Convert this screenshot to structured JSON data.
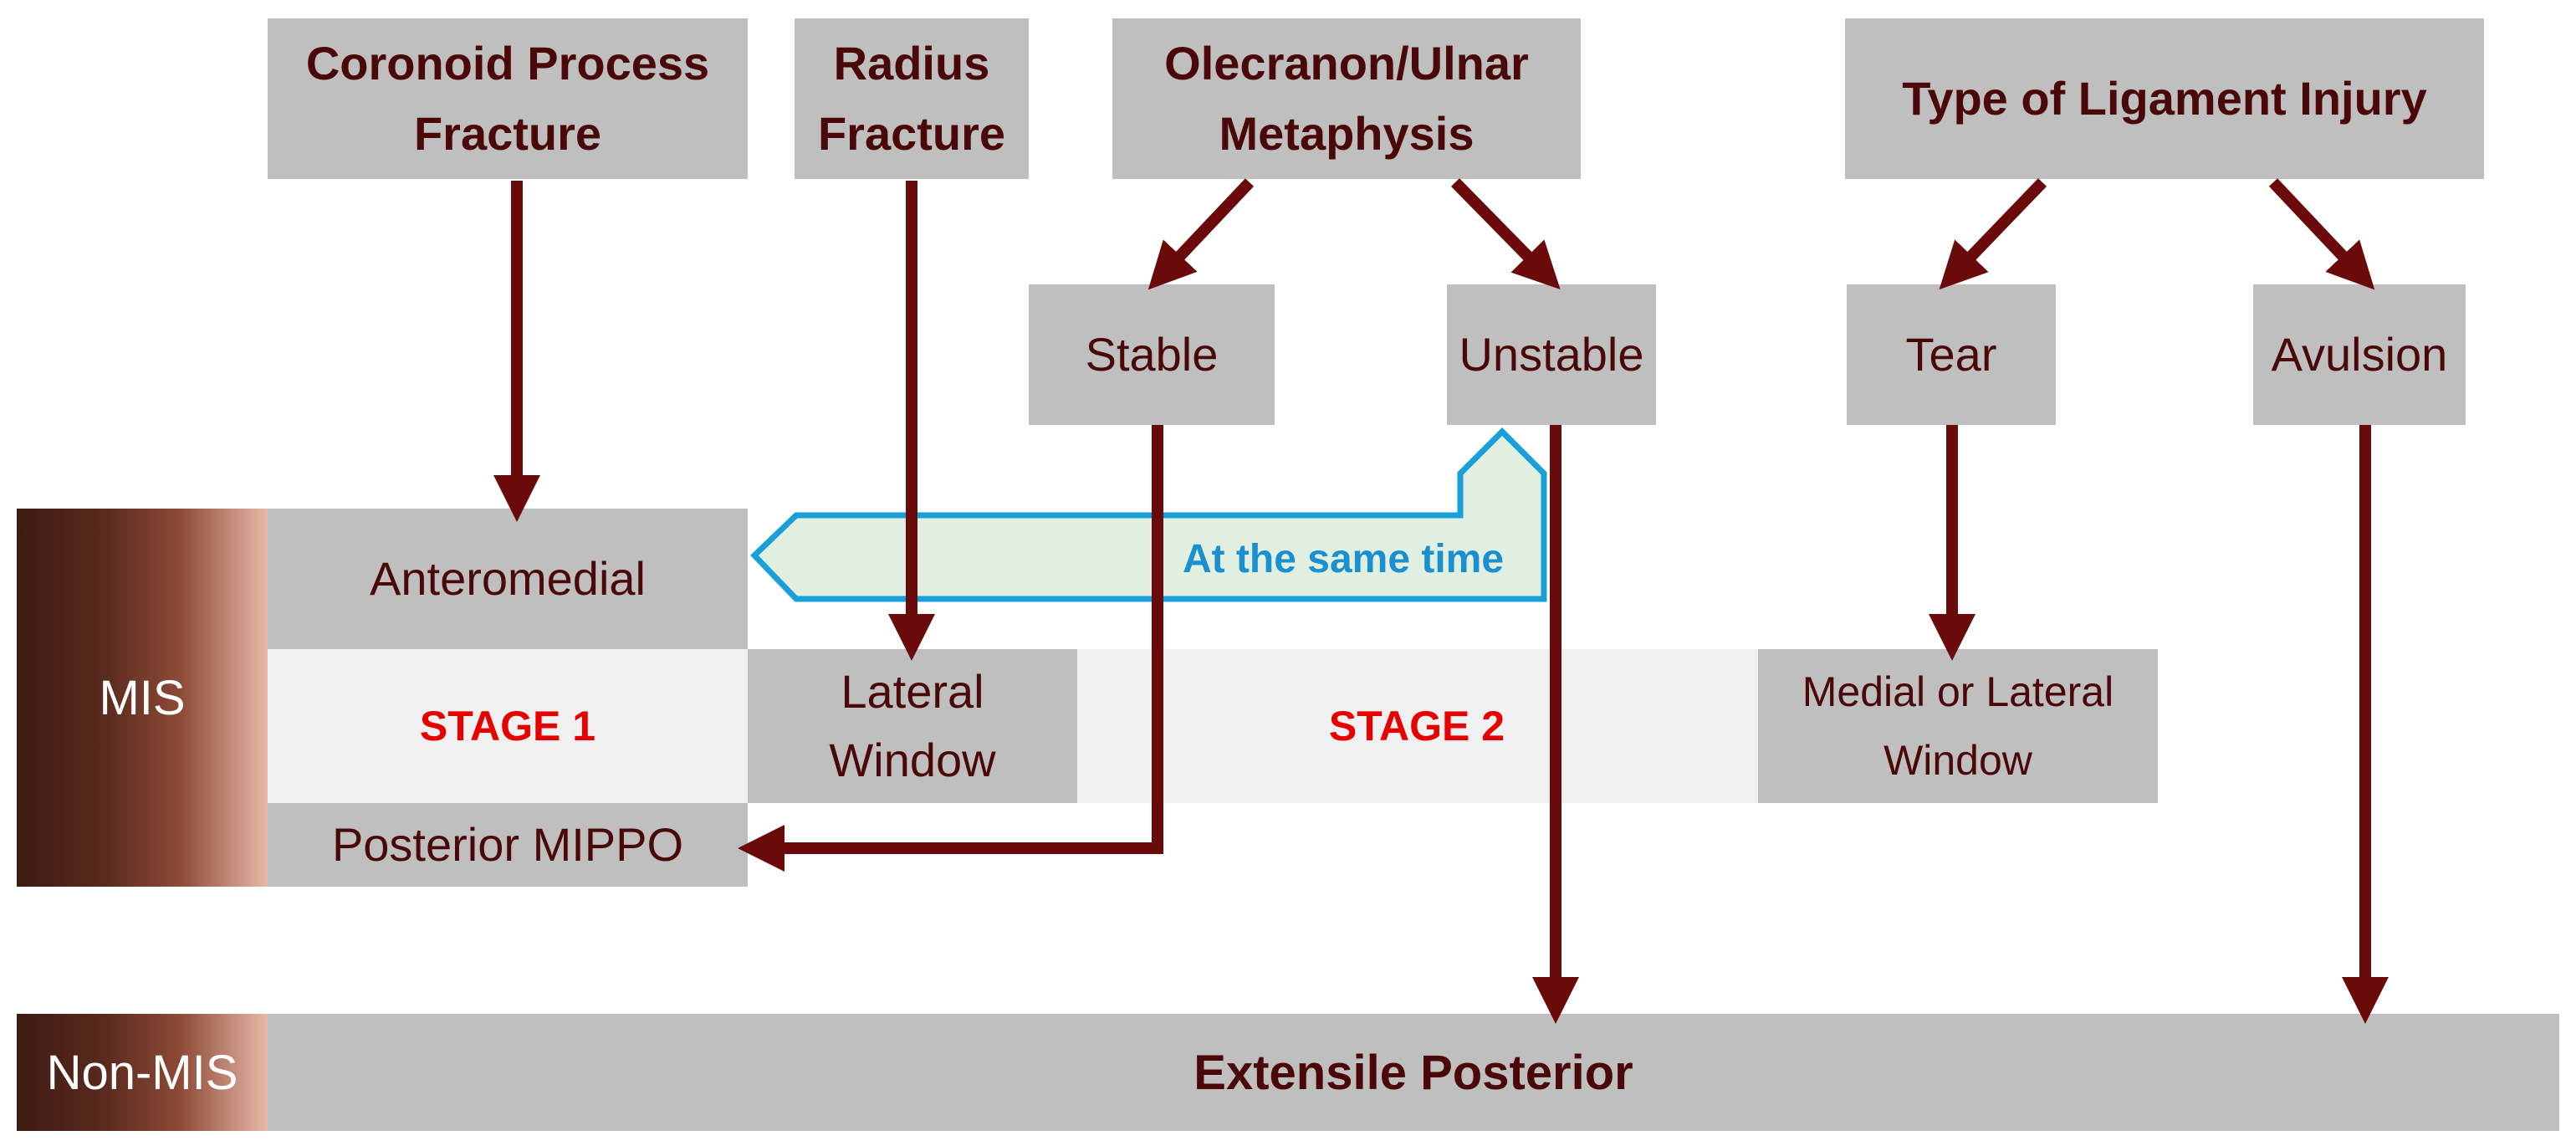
{
  "headers": {
    "coronoid": "Coronoid Process Fracture",
    "radius": "Radius Fracture",
    "olecranon": "Olecranon/Ulnar Metaphysis",
    "ligament": "Type of Ligament Injury"
  },
  "branches": {
    "stable": "Stable",
    "unstable": "Unstable",
    "tear": "Tear",
    "avulsion": "Avulsion"
  },
  "approaches": {
    "anteromedial": "Anteromedial",
    "lateral_window": "Lateral Window",
    "posterior_mippo": "Posterior MIPPO",
    "medial_lateral_window": "Medial or Lateral Window",
    "extensile_posterior": "Extensile Posterior"
  },
  "stages": {
    "stage1": "STAGE 1",
    "stage2": "STAGE 2"
  },
  "side_labels": {
    "mis": "MIS",
    "non_mis": "Non-MIS"
  },
  "callout": "At the same time",
  "colors": {
    "box_fill": "#bfbfbf",
    "band_fill": "#f0f0f0",
    "arrow": "#6b0a0a",
    "stage_text": "#e60000",
    "callout_border": "#1aa0d8",
    "callout_fill": "#e0efe0",
    "side_gradient_dark": "#4a2016",
    "side_gradient_light": "#e8b8a8"
  }
}
